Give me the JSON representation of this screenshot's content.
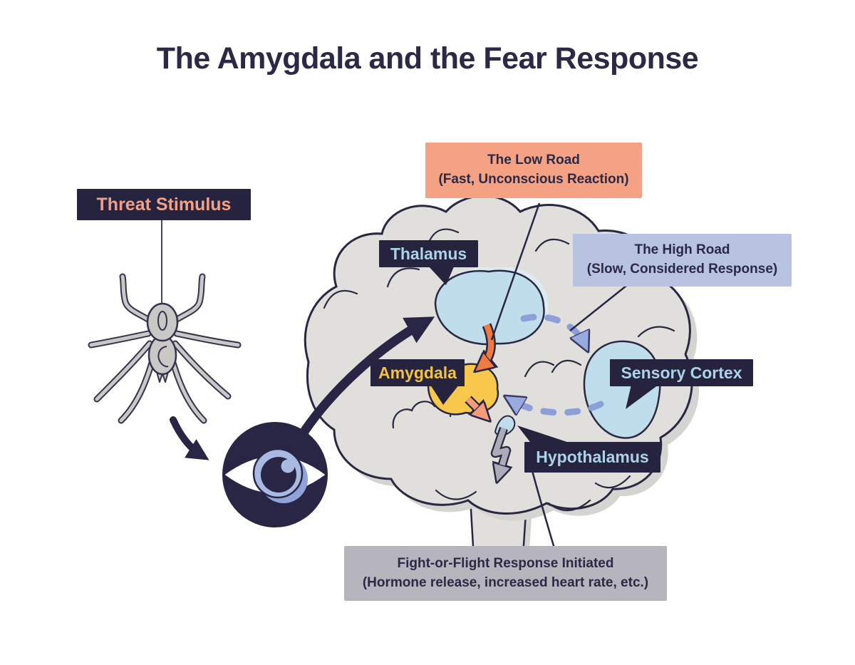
{
  "title": "The Amygdala and the Fear Response",
  "labels": {
    "threat_stimulus": "Threat Stimulus",
    "thalamus": "Thalamus",
    "amygdala": "Amygdala",
    "sensory_cortex": "Sensory Cortex",
    "hypothalamus": "Hypothalamus",
    "low_road": {
      "line1": "The Low Road",
      "line2": "(Fast, Unconscious Reaction)"
    },
    "high_road": {
      "line1": "The High Road",
      "line2": "(Slow, Considered Response)"
    },
    "fight_or_flight": {
      "line1": "Fight-or-Flight Response Initiated",
      "line2": "(Hormone release, increased heart rate, etc.)"
    }
  },
  "icons": {
    "spider": "spider-illustration",
    "eye": "eye-illustration",
    "brain": "brain-illustration",
    "lightning": "lightning-bolt-icon"
  },
  "colors": {
    "ink": "#282644",
    "label_navy": "#25233E",
    "low_road_salmon": "#F5A284",
    "high_road_periwinkle": "#B8C3E2",
    "dashed_arrow": "#8CA0D7",
    "region_blue": "#BFDDEA",
    "amygdala_yellow": "#F7C84B",
    "orange_arrow": "#EE7B45",
    "salmon_arrow": "#F49B7C",
    "gray_label": "#B6B4BD",
    "brain_gray": "#E0DFDB"
  }
}
